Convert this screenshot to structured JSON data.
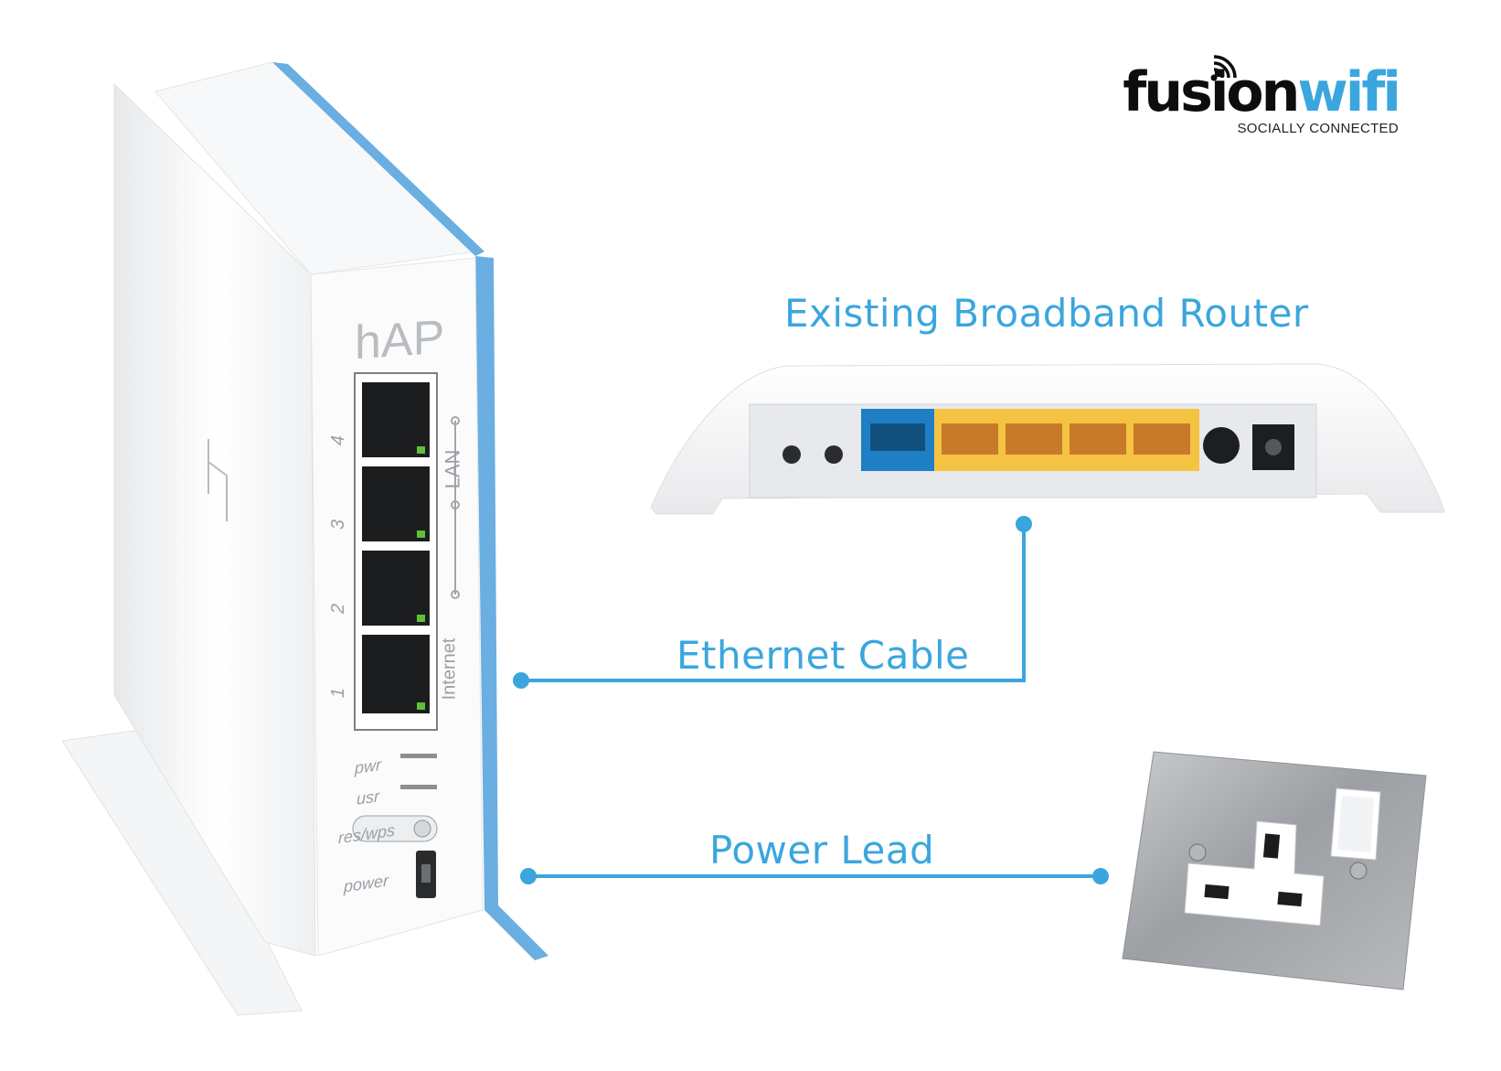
{
  "logo": {
    "part1": "fusion",
    "part2": "wifi",
    "tagline": "SOCIALLY CONNECTED",
    "icon": "wifi-signal-icon"
  },
  "labels": {
    "router": "Existing Broadband Router",
    "ethernet": "Ethernet Cable",
    "power": "Power Lead"
  },
  "device": {
    "brand": "hAP",
    "ports": [
      "4",
      "3",
      "2",
      "1"
    ],
    "lan_label": "LAN",
    "internet_label": "Internet",
    "pwr": "pwr",
    "usr": "usr",
    "reset": "res/wps",
    "power": "power"
  },
  "colors": {
    "accent": "#3ba6dd",
    "logo_dark": "#0d0d0d",
    "device_blue": "#6aaee2",
    "router_blue_port": "#1f7fc4",
    "router_yellow_ports": "#f5c342",
    "plate_steel": "#a8aaad"
  }
}
